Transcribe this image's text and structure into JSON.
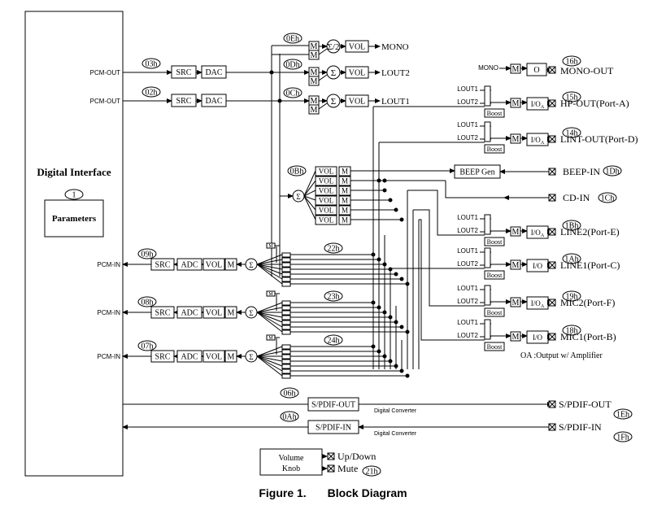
{
  "caption": {
    "figure": "Figure 1.",
    "title": "Block Diagram"
  },
  "digital_interface": {
    "title": "Digital Interface",
    "params_num": "1",
    "params_label": "Parameters"
  },
  "pcm_out": [
    {
      "label": "PCM-OUT",
      "reg": "03h",
      "src": "SRC",
      "dac": "DAC"
    },
    {
      "label": "PCM-OUT",
      "reg": "02h",
      "src": "SRC",
      "dac": "DAC"
    }
  ],
  "out_mix": [
    {
      "reg": "0Eh",
      "sum": "Σ/2",
      "vol": "VOL",
      "out": "MONO"
    },
    {
      "reg": "0Dh",
      "sum": "Σ",
      "vol": "VOL",
      "out": "LOUT2"
    },
    {
      "reg": "0Ch",
      "sum": "Σ",
      "vol": "VOL",
      "out": "LOUT1"
    }
  ],
  "mute_m": "M",
  "sum_sym": "Σ",
  "vol": "VOL",
  "boost": "Boost",
  "mixer_reg": "0Bh",
  "ports": [
    {
      "name": "MONO-OUT",
      "reg": "16h",
      "in1": "MONO",
      "amp": "O"
    },
    {
      "name": "HP-OUT(Port-A)",
      "reg": "15h",
      "in1": "LOUT1",
      "in2": "LOUT2",
      "amp": "I/OA"
    },
    {
      "name": "LINT-OUT(Port-D)",
      "reg": "14h",
      "in1": "LOUT1",
      "in2": "LOUT2",
      "amp": "I/OA"
    },
    {
      "name": "BEEP-IN",
      "reg": "1Dh",
      "box": "BEEP Gen"
    },
    {
      "name": "CD-IN",
      "reg": "1Ch"
    },
    {
      "name": "LINE2(Port-E)",
      "reg": "1Bh",
      "in1": "LOUT1",
      "in2": "LOUT2",
      "amp": "I/OA"
    },
    {
      "name": "LINE1(Port-C)",
      "reg": "1Ah",
      "in1": "LOUT1",
      "in2": "LOUT2",
      "amp": "I/O"
    },
    {
      "name": "MIC2(Port-F)",
      "reg": "19h",
      "in1": "LOUT1",
      "in2": "LOUT2",
      "amp": "I/OA"
    },
    {
      "name": "MIC1(Port-B)",
      "reg": "18h",
      "in1": "LOUT1",
      "in2": "LOUT2",
      "amp": "I/O"
    }
  ],
  "note": "OA :Output w/ Amplifier",
  "adc_paths": [
    {
      "label": "PCM-IN",
      "reg": "09h",
      "src": "SRC",
      "adc": "ADC",
      "vol": "VOL",
      "bus_reg": "22h"
    },
    {
      "label": "PCM-IN",
      "reg": "08h",
      "src": "SRC",
      "adc": "ADC",
      "vol": "VOL",
      "bus_reg": "23h"
    },
    {
      "label": "PCM-IN",
      "reg": "07h",
      "src": "SRC",
      "adc": "ADC",
      "vol": "VOL",
      "bus_reg": "24h"
    }
  ],
  "spdif": [
    {
      "reg": "06h",
      "box": "S/PDIF-OUT",
      "conv": "Digital Converter",
      "port": "S/PDIF-OUT",
      "port_reg": "1Eh"
    },
    {
      "reg": "0Ah",
      "box": "S/PDIF-IN",
      "conv": "Digital Converter",
      "port": "S/PDIF-IN",
      "port_reg": "1Fh"
    }
  ],
  "volume_knob": {
    "label1": "Volume",
    "label2": "Knob",
    "up": "Up/Down",
    "mute": "Mute",
    "reg": "21h"
  }
}
